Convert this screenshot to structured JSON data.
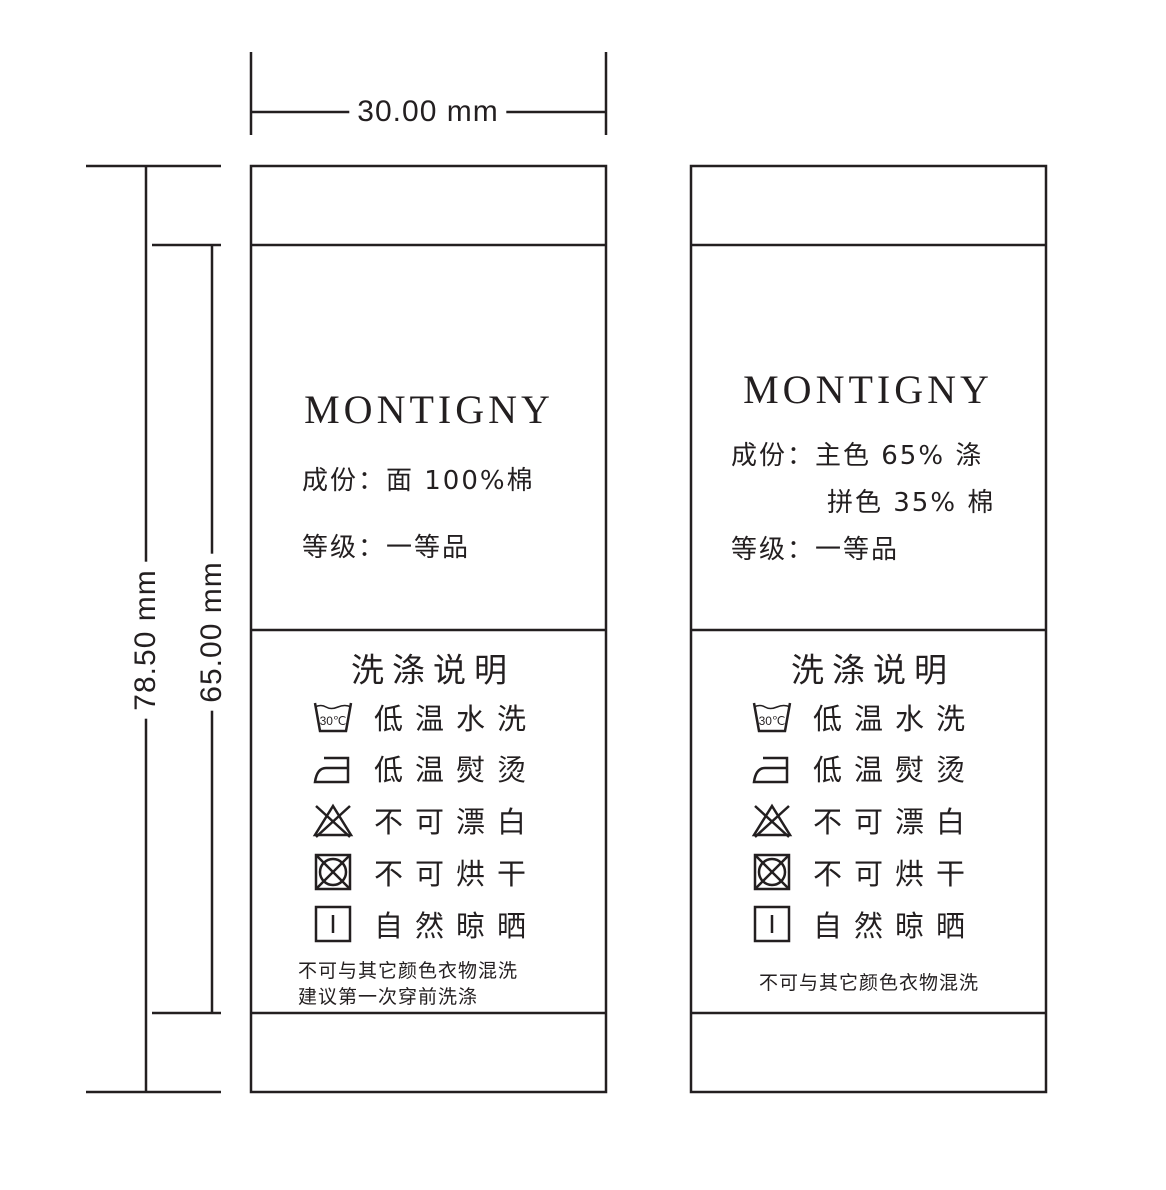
{
  "dimensions": {
    "width": "30.00 mm",
    "total_height": "78.50 mm",
    "inner_height": "65.00 mm"
  },
  "labels": [
    {
      "brand": "MONTIGNY",
      "composition": [
        "成份：面 100%棉"
      ],
      "grade": "等级：一等品",
      "care_title": "洗涤说明",
      "care": [
        {
          "icon": "wash-30c-icon",
          "text": "低温水洗"
        },
        {
          "icon": "iron-low-icon",
          "text": "低温熨烫"
        },
        {
          "icon": "no-bleach-icon",
          "text": "不可漂白"
        },
        {
          "icon": "no-tumble-dry-icon",
          "text": "不可烘干"
        },
        {
          "icon": "line-dry-icon",
          "text": "自然晾晒"
        }
      ],
      "footer": [
        "不可与其它颜色衣物混洗",
        "建议第一次穿前洗涤"
      ]
    },
    {
      "brand": "MONTIGNY",
      "composition": [
        "成份：主色 65% 涤",
        "拼色 35% 棉"
      ],
      "grade": "等级：一等品",
      "care_title": "洗涤说明",
      "care": [
        {
          "icon": "wash-30c-icon",
          "text": "低温水洗"
        },
        {
          "icon": "iron-low-icon",
          "text": "低温熨烫"
        },
        {
          "icon": "no-bleach-icon",
          "text": "不可漂白"
        },
        {
          "icon": "no-tumble-dry-icon",
          "text": "不可烘干"
        },
        {
          "icon": "line-dry-icon",
          "text": "自然晾晒"
        }
      ],
      "footer": [
        "不可与其它颜色衣物混洗"
      ]
    }
  ],
  "wash_temp": "30℃"
}
